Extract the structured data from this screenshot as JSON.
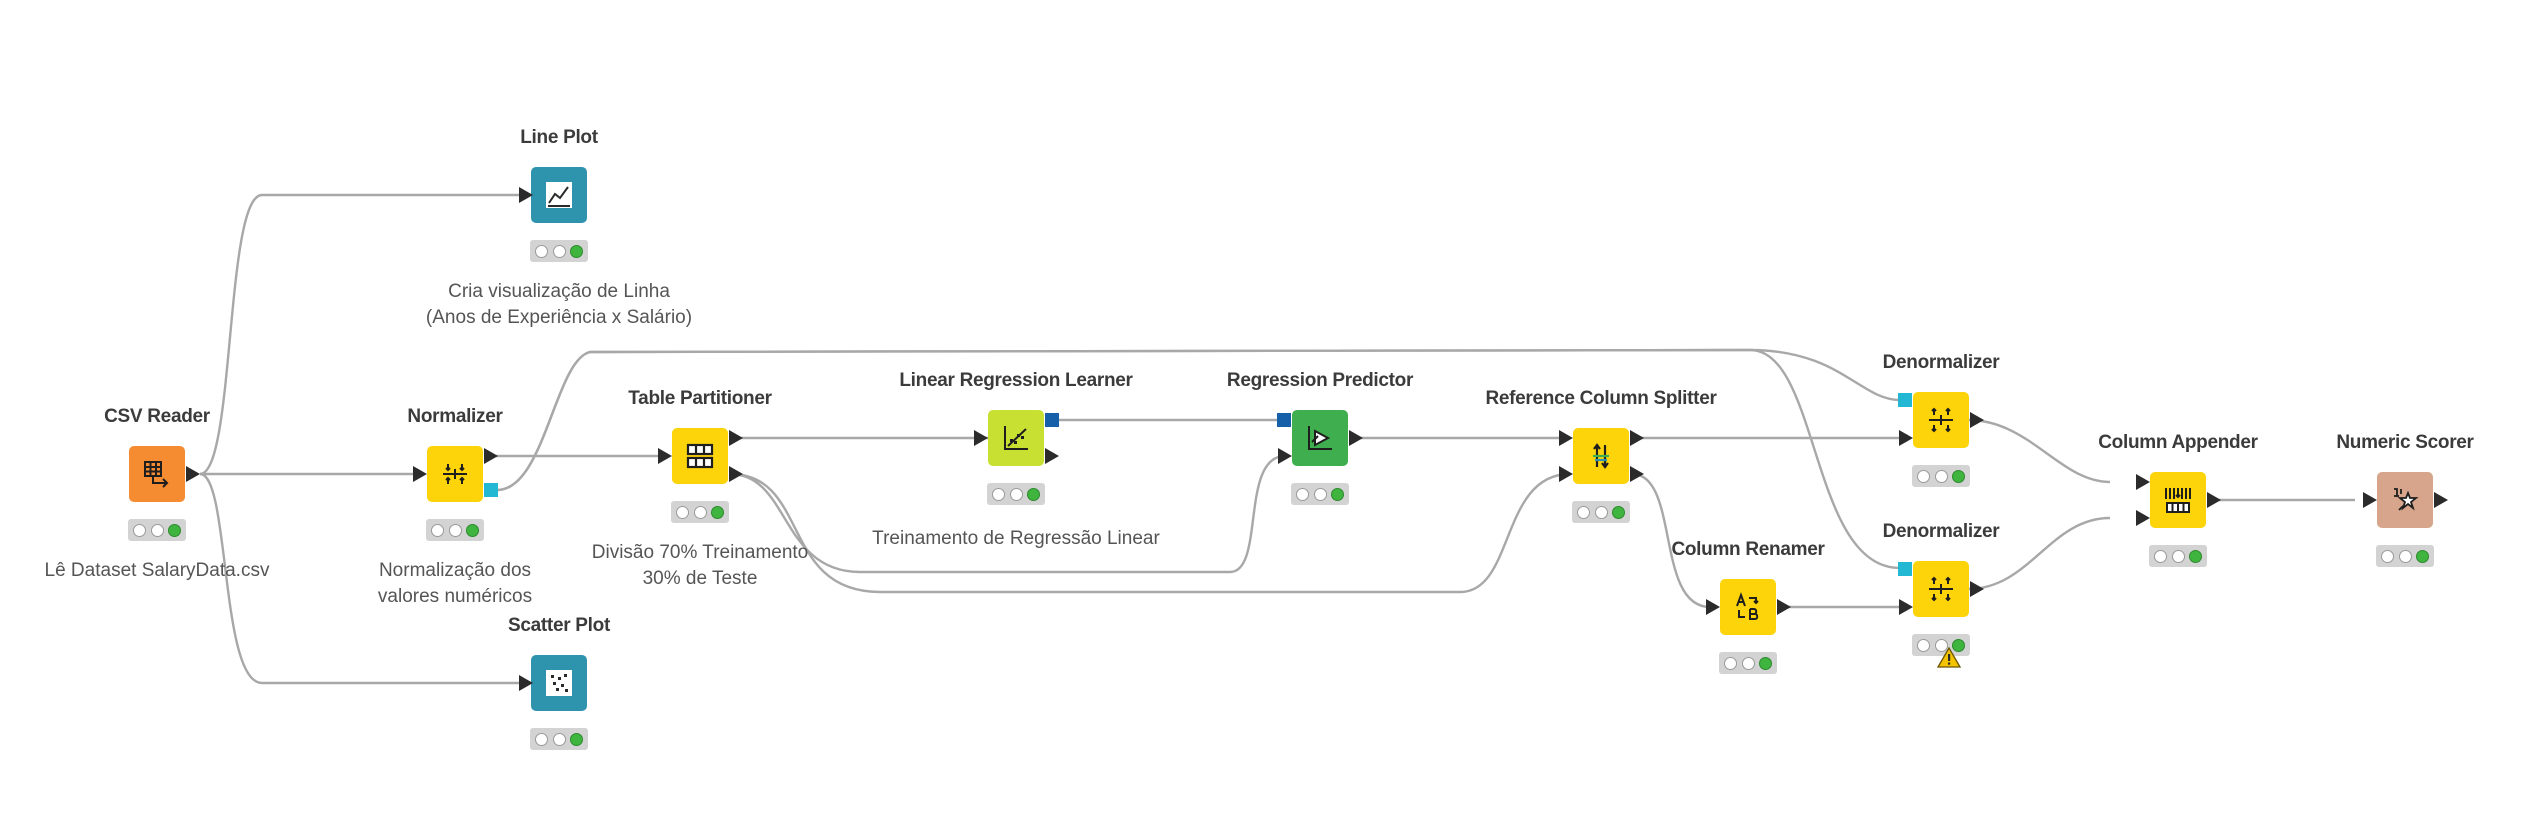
{
  "workflow": {
    "colors": {
      "source": "#f68c32",
      "manipulator": "#fdd40a",
      "learner": "#c8e032",
      "predictor": "#3eae4e",
      "visualizer": "#2e94ae",
      "scorer": "#d7a58b",
      "port_model": "#1560a8",
      "port_cyan": "#22b7d3",
      "wire": "#a8a8a8"
    },
    "nodes": {
      "csv_reader": {
        "title": "CSV Reader",
        "icon": "table-arrow-icon",
        "annotation": [
          "Lê Dataset SalaryData.csv"
        ]
      },
      "line_plot": {
        "title": "Line Plot",
        "icon": "line-chart-icon",
        "annotation": [
          "Cria visualização de Linha",
          "(Anos de Experiência x Salário)"
        ]
      },
      "normalizer": {
        "title": "Normalizer",
        "icon": "normalize-icon",
        "annotation": [
          "Normalização dos",
          "valores numéricos"
        ]
      },
      "scatter_plot": {
        "title": "Scatter Plot",
        "icon": "scatter-icon",
        "annotation": []
      },
      "table_partitioner": {
        "title": "Table Partitioner",
        "icon": "partition-icon",
        "annotation": [
          "Divisão 70% Treinamento",
          "30% de Teste"
        ]
      },
      "linear_regression_learner": {
        "title": "Linear Regression Learner",
        "icon": "regression-learner-icon",
        "annotation": [
          "Treinamento de Regressão Linear"
        ]
      },
      "regression_predictor": {
        "title": "Regression Predictor",
        "icon": "predictor-icon",
        "annotation": []
      },
      "reference_column_splitter": {
        "title": "Reference Column Splitter",
        "icon": "column-splitter-icon",
        "annotation": []
      },
      "column_renamer": {
        "title": "Column Renamer",
        "icon": "rename-icon",
        "annotation": []
      },
      "denormalizer_top": {
        "title": "Denormalizer",
        "icon": "denormalize-icon",
        "annotation": []
      },
      "denormalizer_bottom": {
        "title": "Denormalizer",
        "icon": "denormalize-icon",
        "annotation": [],
        "warning": "warning-icon"
      },
      "column_appender": {
        "title": "Column Appender",
        "icon": "column-append-icon",
        "annotation": []
      },
      "numeric_scorer": {
        "title": "Numeric Scorer",
        "icon": "scorer-icon",
        "annotation": []
      }
    }
  }
}
